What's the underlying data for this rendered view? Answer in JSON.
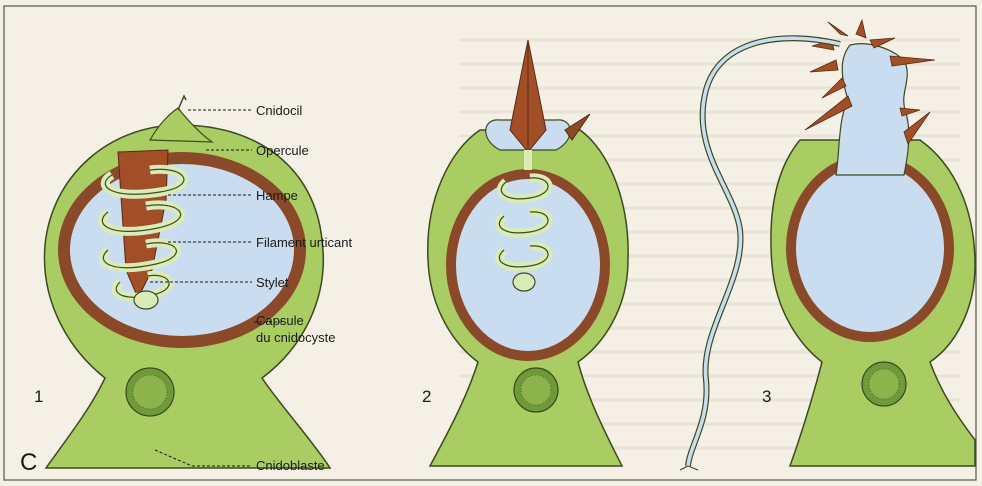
{
  "figure": {
    "panel_letter": "C",
    "numbers": [
      "1",
      "2",
      "3"
    ],
    "labels": {
      "cnidocil": "Cnidocil",
      "opercule": "Opercule",
      "hampe": "Hampe",
      "filament": "Filament urticant",
      "stylet": "Stylet",
      "capsule_1": "Capsule",
      "capsule_2": "du cnidocyste",
      "cnidoblaste": "Cnidoblaste"
    },
    "colors": {
      "cell": "#a9cc63",
      "cell_stroke": "#3d4a1e",
      "capsule_wall": "#8a4a2a",
      "capsule_fluid": "#c9dcf0",
      "stylet": "#a24f27",
      "filament": "#d9ecb8",
      "nucleus": "#6f9a3a",
      "background": "#f4f0e6"
    }
  }
}
